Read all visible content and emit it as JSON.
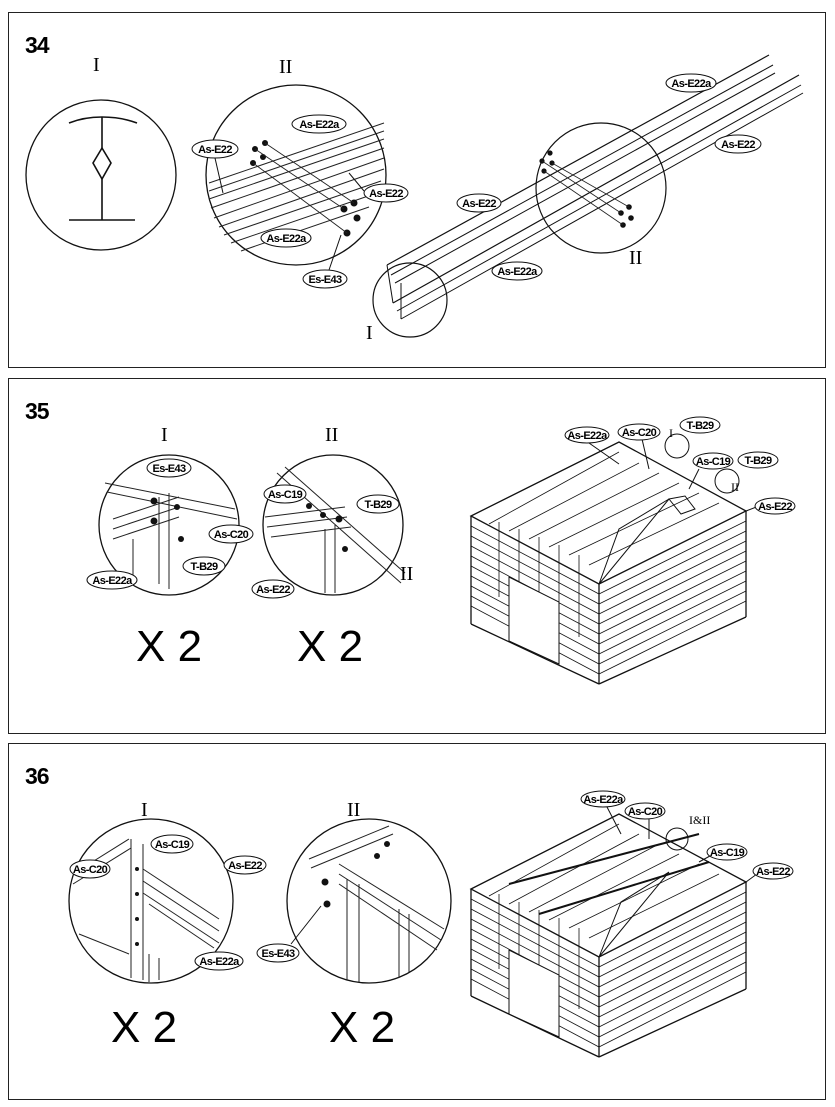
{
  "steps": [
    {
      "number": "34",
      "callouts": {
        "detail_1": "I",
        "detail_2": "II",
        "main_1": "I",
        "main_2": "II"
      },
      "parts": {
        "det_e22a": "As-E22a",
        "det_e22_a": "As-E22",
        "det_e22_b": "As-E22",
        "det_e22a_b": "As-E22a",
        "det_e43": "Es-E43",
        "main_e22a_top": "As-E22a",
        "main_e22_right": "As-E22",
        "main_e22_left": "As-E22",
        "main_e22a_bottom": "As-E22a"
      }
    },
    {
      "number": "35",
      "callouts": {
        "detail_1": "I",
        "detail_2": "II",
        "detail_2b": "II",
        "main_1": "I",
        "main_2": "II"
      },
      "parts": {
        "d1_e43": "Es-E43",
        "d1_c20": "As-C20",
        "d1_t29": "T-B29",
        "d1_e22a": "As-E22a",
        "d2_c19": "As-C19",
        "d2_t29": "T-B29",
        "d2_e22": "As-E22",
        "m_e22a": "As-E22a",
        "m_c20": "As-C20",
        "m_t29_a": "T-B29",
        "m_c19": "As-C19",
        "m_t29_b": "T-B29",
        "m_e22": "As-E22"
      },
      "multipliers": [
        "X 2",
        "X 2"
      ]
    },
    {
      "number": "36",
      "callouts": {
        "detail_1": "I",
        "detail_2": "II",
        "main": "I&II"
      },
      "parts": {
        "d1_c20": "As-C20",
        "d1_c19": "As-C19",
        "d1_e22": "As-E22",
        "d1_e22a": "As-E22a",
        "d2_e43": "Es-E43",
        "m_e22a": "As-E22a",
        "m_c20": "As-C20",
        "m_c19": "As-C19",
        "m_e22": "As-E22"
      },
      "multipliers": [
        "X 2",
        "X 2"
      ]
    }
  ]
}
